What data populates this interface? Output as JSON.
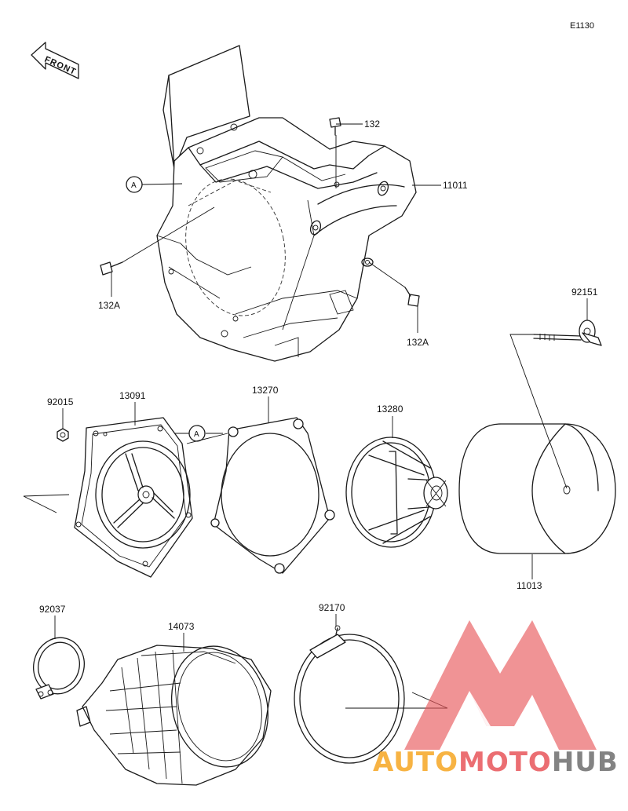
{
  "diagram_code": "E1130",
  "front_label": "FRONT",
  "ref_marker": "A",
  "parts": [
    {
      "id": "p132",
      "number": "132"
    },
    {
      "id": "p11011",
      "number": "11011"
    },
    {
      "id": "p132a_left",
      "number": "132A"
    },
    {
      "id": "p132a_right",
      "number": "132A"
    },
    {
      "id": "p92151",
      "number": "92151"
    },
    {
      "id": "p92015",
      "number": "92015"
    },
    {
      "id": "p13091",
      "number": "13091"
    },
    {
      "id": "p13270",
      "number": "13270"
    },
    {
      "id": "p13280",
      "number": "13280"
    },
    {
      "id": "p11013",
      "number": "11013"
    },
    {
      "id": "p92037",
      "number": "92037"
    },
    {
      "id": "p14073",
      "number": "14073"
    },
    {
      "id": "p92170",
      "number": "92170"
    }
  ],
  "watermark": {
    "word_part1": "AUTO",
    "word_part2": "MOTO",
    "word_part3": "HUB",
    "color_orange": "#F6A623",
    "color_red": "#E8555A",
    "color_gray": "#6E6E6E"
  }
}
